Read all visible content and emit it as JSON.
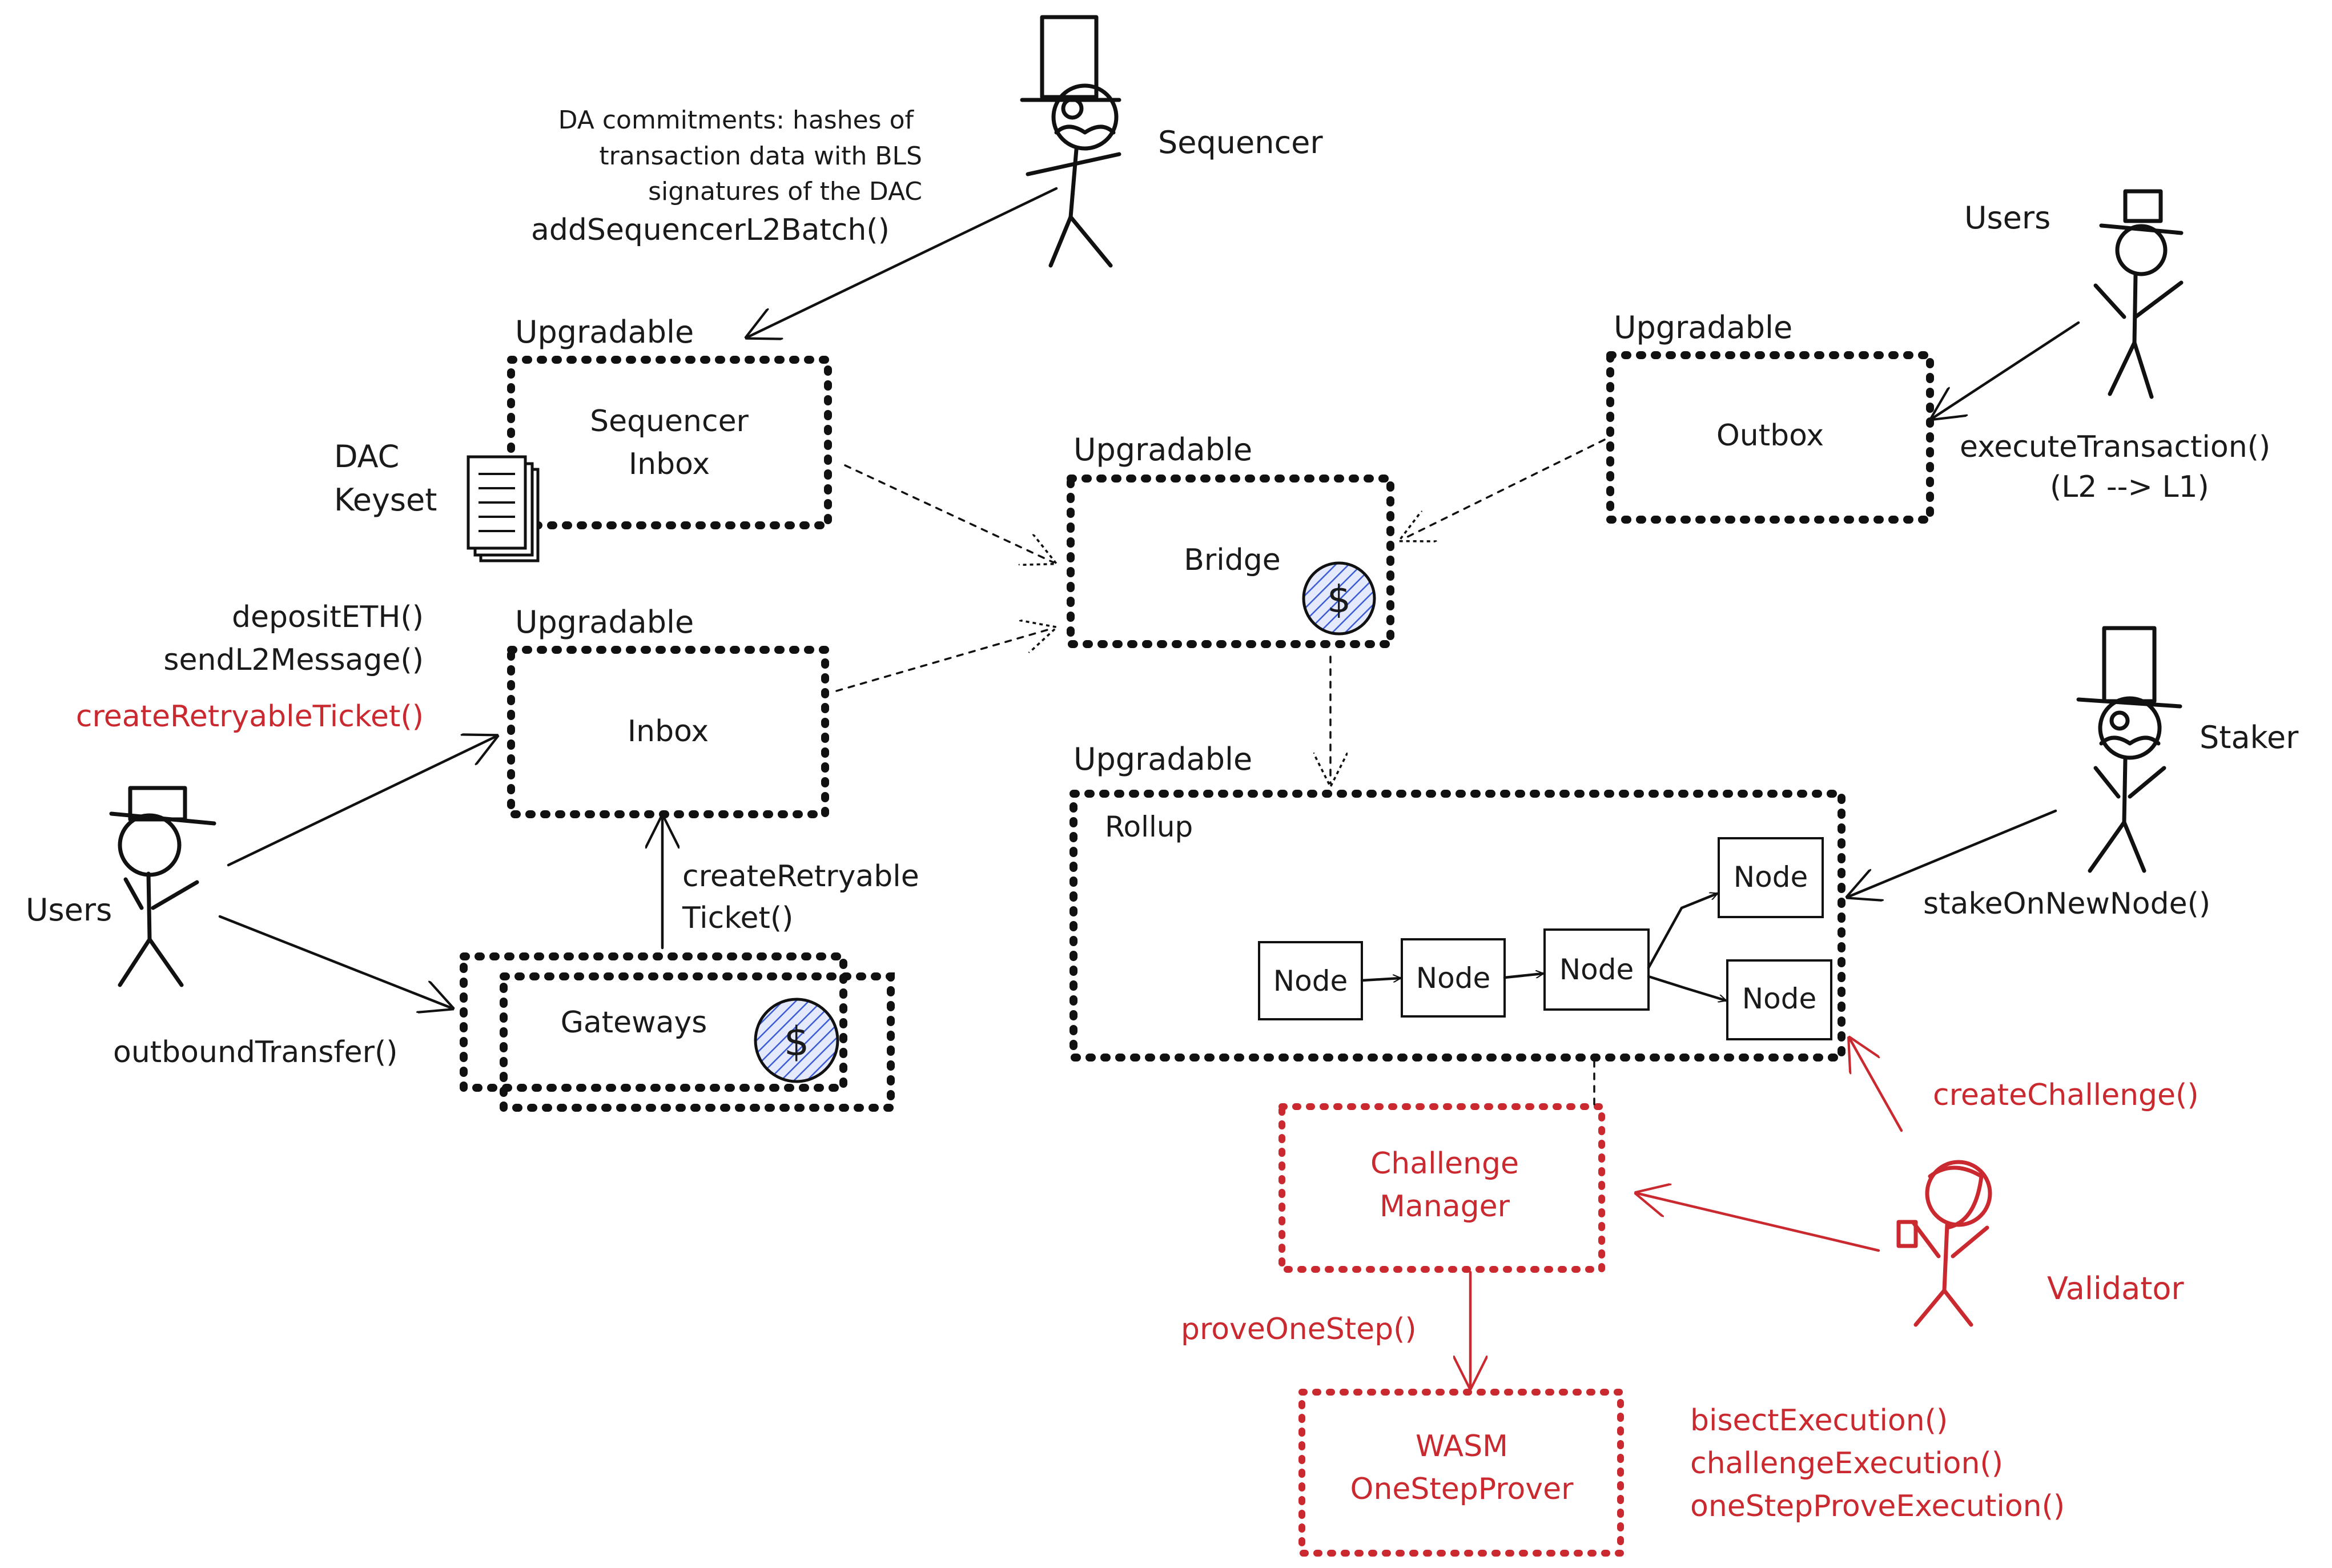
{
  "actors": {
    "sequencer": "Sequencer",
    "users_top_right": "Users",
    "users_left": "Users",
    "staker": "Staker",
    "validator": "Validator"
  },
  "labels": {
    "upgradable": "Upgradable",
    "dac_keyset_line1": "DAC",
    "dac_keyset_line2": "Keyset",
    "rollup": "Rollup",
    "node": "Node",
    "coin_symbol": "$"
  },
  "boxes": {
    "sequencer_inbox_line1": "Sequencer",
    "sequencer_inbox_line2": "Inbox",
    "bridge": "Bridge",
    "outbox": "Outbox",
    "inbox": "Inbox",
    "gateways": "Gateways",
    "challenge_manager_line1": "Challenge",
    "challenge_manager_line2": "Manager",
    "wasm_osp_line1": "WASM",
    "wasm_osp_line2": "OneStepProver"
  },
  "calls": {
    "da_line1": "DA commitments: hashes of",
    "da_line2": "transaction data with BLS",
    "da_line3": "signatures of the DAC",
    "add_sequencer_batch": "addSequencerL2Batch()",
    "execute_transaction": "executeTransaction()",
    "l2_to_l1": "(L2 --> L1)",
    "deposit_eth": "depositETH()",
    "send_l2_message": "sendL2Message()",
    "create_retryable_ticket": "createRetryableTicket()",
    "create_retryable_line1": "createRetryable",
    "create_retryable_line2": "Ticket()",
    "outbound_transfer": "outboundTransfer()",
    "stake_on_new_node": "stakeOnNewNode()",
    "create_challenge": "createChallenge()",
    "prove_one_step": "proveOneStep()",
    "bisect_execution": "bisectExecution()",
    "challenge_execution": "challengeExecution()",
    "one_step_prove_execution": "oneStepProveExecution()"
  },
  "colors": {
    "ink": "#111111",
    "challenge_red": "#c9292f",
    "coin_hatch": "#3b5bd6"
  }
}
